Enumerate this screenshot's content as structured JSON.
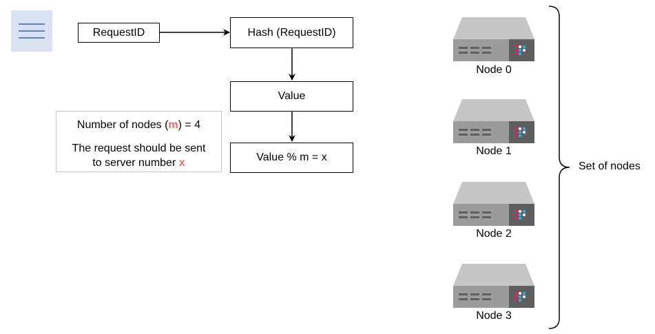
{
  "flow": {
    "request_id": "RequestID",
    "hash": "Hash (RequestID)",
    "value": "Value",
    "modulo": "Value % m = x"
  },
  "info": {
    "nodes_prefix": "Number of nodes (",
    "nodes_var": "m",
    "nodes_suffix": ") = 4",
    "request_line1": "The request should be sent",
    "request_line2_prefix": "to server number ",
    "request_var": "x"
  },
  "nodes": [
    {
      "label": "Node 0"
    },
    {
      "label": "Node 1"
    },
    {
      "label": "Node 2"
    },
    {
      "label": "Node 3"
    }
  ],
  "group_label": "Set of nodes",
  "icons": {
    "menu": "hamburger-menu-icon",
    "server": "server-icon"
  },
  "colors": {
    "highlight": "#ea6b66",
    "menu_bg": "#dae1f3",
    "menu_bar": "#5e83bf",
    "server_top": "#c6c6c6",
    "server_body": "#9b9b9b",
    "server_panel": "#5f5f5f",
    "led_red": "#e0245e",
    "led_blue": "#2fb5e6",
    "led_white": "#ffffff"
  }
}
